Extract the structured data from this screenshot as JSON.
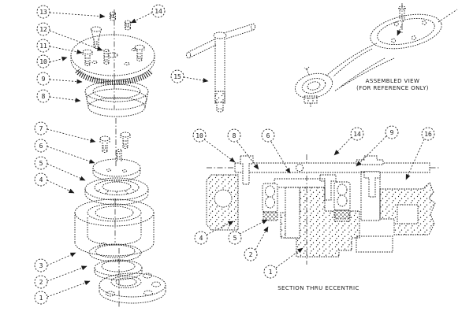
{
  "figure": {
    "type": "exploded-parts-diagram",
    "background_color": "#ffffff",
    "line_color": "#1c1c1c",
    "captions": {
      "assembled_view_line1": "ASSEMBLED VIEW",
      "assembled_view_line2": "(FOR REFERENCE ONLY)",
      "section_view": "SECTION THRU ECCENTRIC"
    },
    "callouts": {
      "exploded": [
        {
          "label": "13"
        },
        {
          "label": "14"
        },
        {
          "label": "12"
        },
        {
          "label": "11"
        },
        {
          "label": "10"
        },
        {
          "label": "9"
        },
        {
          "label": "8"
        },
        {
          "label": "7"
        },
        {
          "label": "6"
        },
        {
          "label": "5"
        },
        {
          "label": "4"
        },
        {
          "label": "3"
        },
        {
          "label": "2"
        },
        {
          "label": "1"
        },
        {
          "label": "15"
        }
      ],
      "section": [
        {
          "label": "10"
        },
        {
          "label": "8"
        },
        {
          "label": "6"
        },
        {
          "label": "14"
        },
        {
          "label": "9"
        },
        {
          "label": "16"
        },
        {
          "label": "4"
        },
        {
          "label": "5"
        },
        {
          "label": "2"
        },
        {
          "label": "1"
        }
      ]
    }
  }
}
